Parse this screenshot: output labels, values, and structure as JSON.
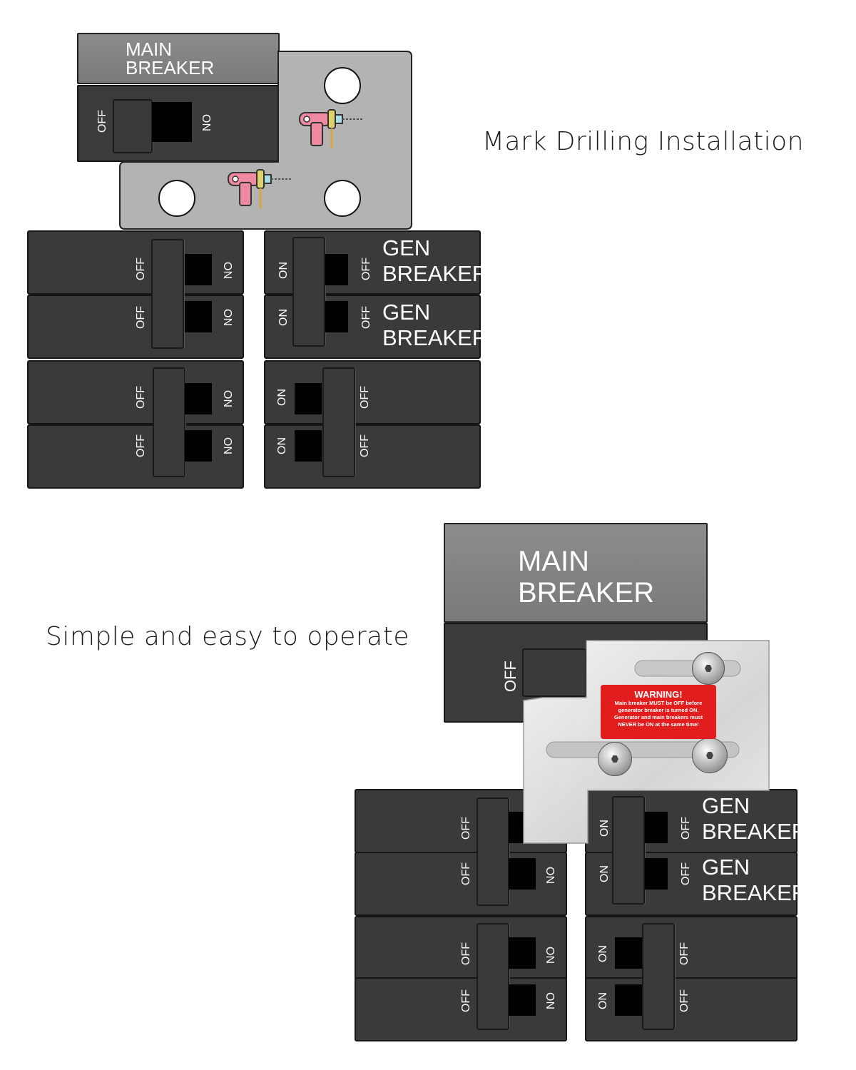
{
  "captions": {
    "top": "Mark Drilling Installation",
    "bottom": "Simple and easy to operate"
  },
  "labels": {
    "main_line1": "MAIN",
    "main_line2": "BREAKER",
    "gen_line1": "GEN",
    "gen_line2": "BREAKER",
    "off": "OFF",
    "on": "ON"
  },
  "warning": {
    "title": "WARNING!",
    "line1": "Main breaker MUST be OFF before",
    "line2": "generator breaker is turned ON.",
    "line3": "Generator and main breakers must",
    "line4": "NEVER be ON at the same time!"
  },
  "icons": {
    "drill": "drill-icon",
    "screw": "screw-icon"
  },
  "colors": {
    "breaker": "#3a3a3a",
    "label_gray": "#858585",
    "plate": "#b3b3b3",
    "drill": "#f08aa0",
    "warning": "#e11d1d"
  }
}
